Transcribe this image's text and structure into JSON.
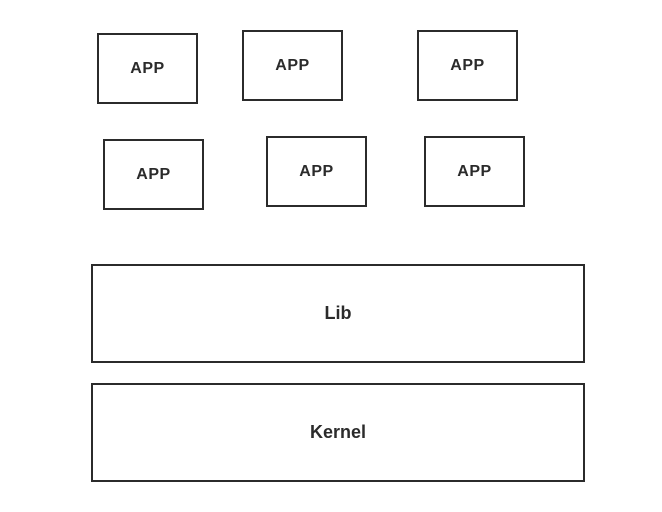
{
  "diagram": {
    "apps": [
      {
        "label": "APP"
      },
      {
        "label": "APP"
      },
      {
        "label": "APP"
      },
      {
        "label": "APP"
      },
      {
        "label": "APP"
      },
      {
        "label": "APP"
      }
    ],
    "layers": {
      "lib": {
        "label": "Lib"
      },
      "kernel": {
        "label": "Kernel"
      }
    }
  }
}
